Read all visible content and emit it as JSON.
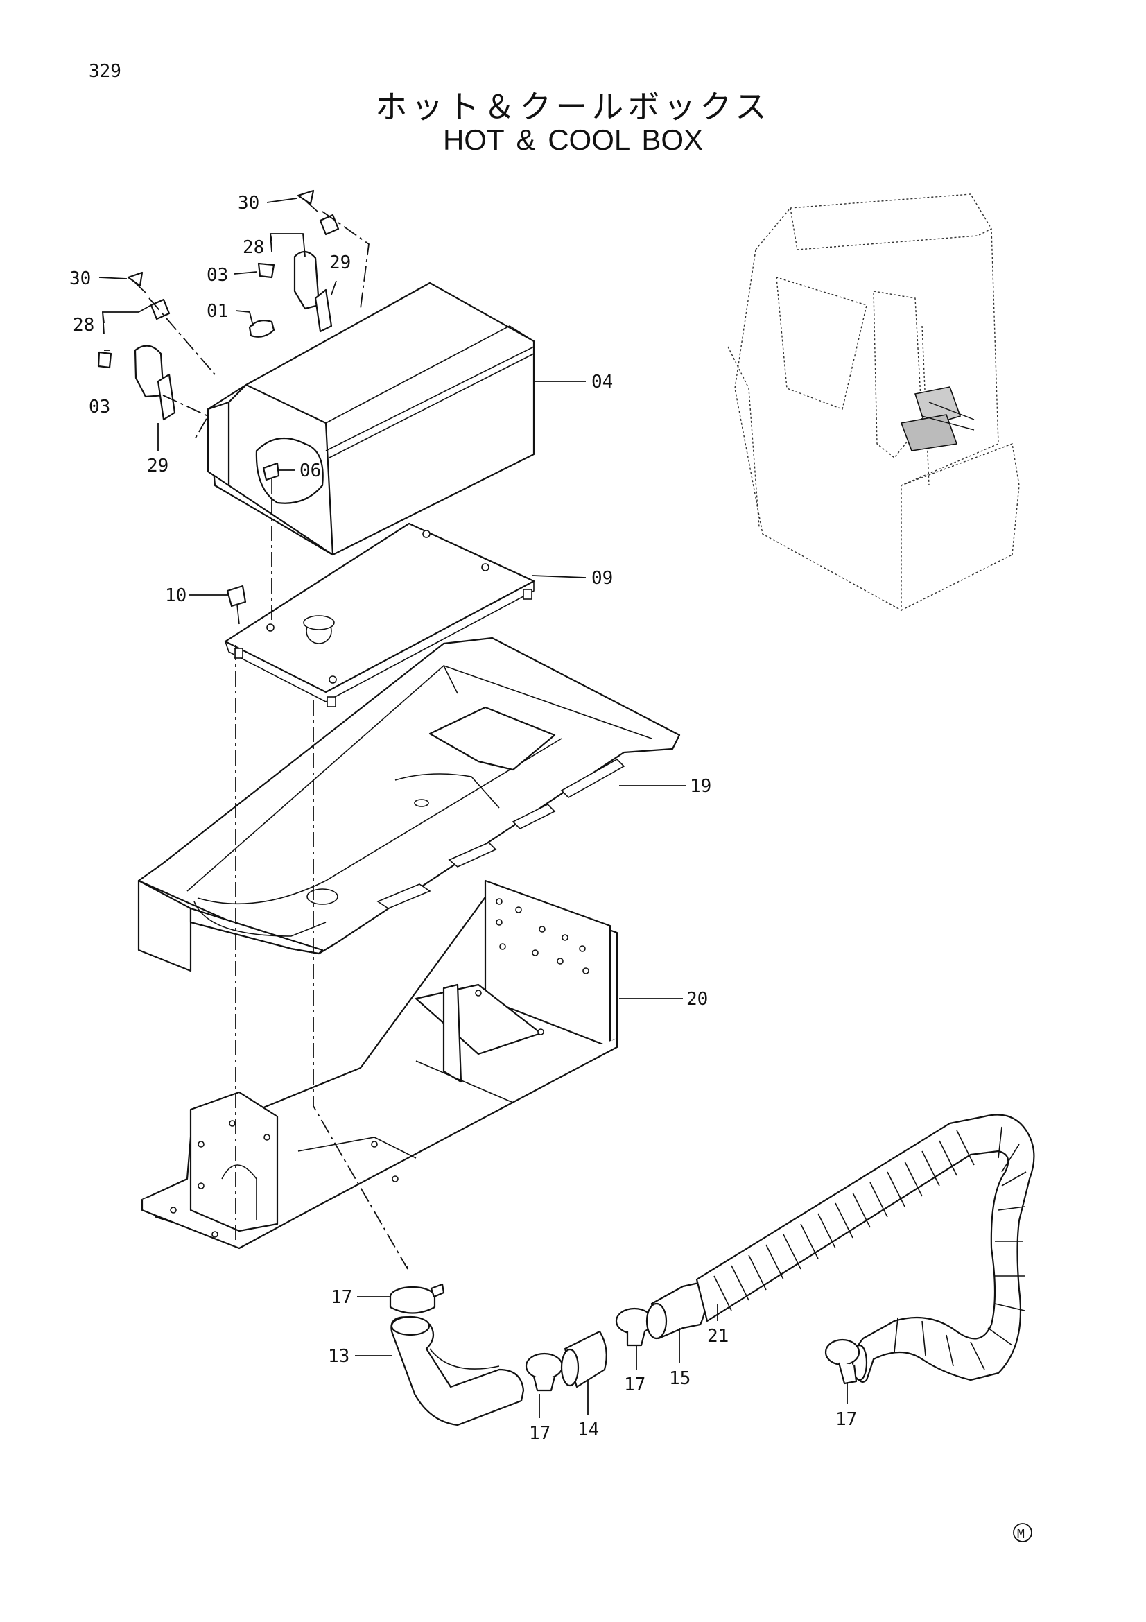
{
  "page_number": "329",
  "title_jp": "ホット＆クールボックス",
  "title_en": "HOT & COOL  BOX",
  "callouts": {
    "c01": "01",
    "c03a": "03",
    "c03b": "03",
    "c04": "04",
    "c06": "06",
    "c09": "09",
    "c10": "10",
    "c13": "13",
    "c14": "14",
    "c15": "15",
    "c17a": "17",
    "c17b": "17",
    "c17c": "17",
    "c17d": "17",
    "c19": "19",
    "c20": "20",
    "c21": "21",
    "c28a": "28",
    "c28b": "28",
    "c29a": "29",
    "c29b": "29",
    "c30a": "30",
    "c30b": "30"
  },
  "mark": "M"
}
